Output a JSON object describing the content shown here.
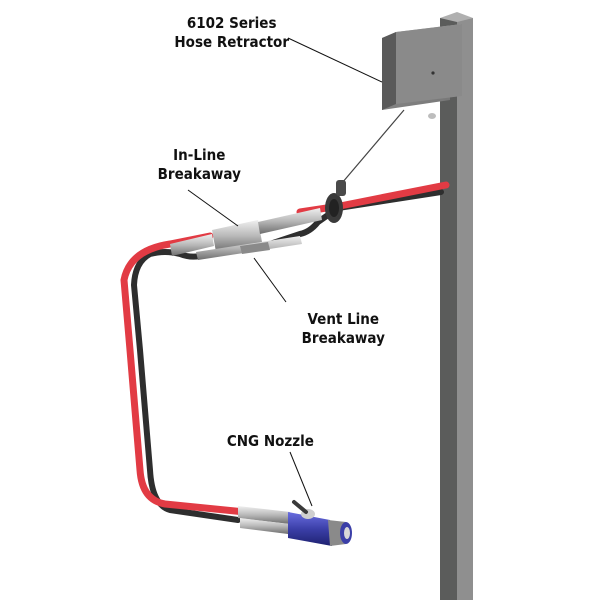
{
  "diagram": {
    "labels": {
      "retractor": {
        "line1": "6102 Series",
        "line2": "Hose Retractor"
      },
      "inline_breakaway": {
        "line1": "In-Line",
        "line2": "Breakaway"
      },
      "vent_breakaway": {
        "line1": "Vent Line",
        "line2": "Breakaway"
      },
      "nozzle": {
        "line1": "CNG Nozzle"
      }
    },
    "colors": {
      "fuel_hose": "#e23b44",
      "vent_hose": "#2e2e2e",
      "pole_dark": "#5b5c5b",
      "pole_light": "#8f8f8f",
      "retractor_box": "#7a7a7a",
      "nozzle_body": "#3b3fa8",
      "fittings": "#c9c9c9"
    }
  }
}
